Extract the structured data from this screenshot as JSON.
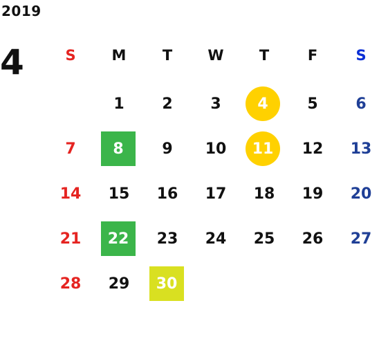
{
  "calendar": {
    "year": "2019",
    "month": "4",
    "weekday_headers": [
      "S",
      "M",
      "T",
      "W",
      "T",
      "F",
      "S"
    ],
    "weeks": [
      [
        "",
        "1",
        "2",
        "3",
        "4",
        "5",
        "6"
      ],
      [
        "7",
        "8",
        "9",
        "10",
        "11",
        "12",
        "13"
      ],
      [
        "14",
        "15",
        "16",
        "17",
        "18",
        "19",
        "20"
      ],
      [
        "21",
        "22",
        "23",
        "24",
        "25",
        "26",
        "27"
      ],
      [
        "28",
        "29",
        "30",
        "",
        "",
        "",
        ""
      ]
    ],
    "highlight_colors": {
      "green": "#3bb54a",
      "gold": "#ffd100",
      "lime": "#d9e021",
      "sunday": "#e52421",
      "saturday": "#1f3f96"
    }
  }
}
